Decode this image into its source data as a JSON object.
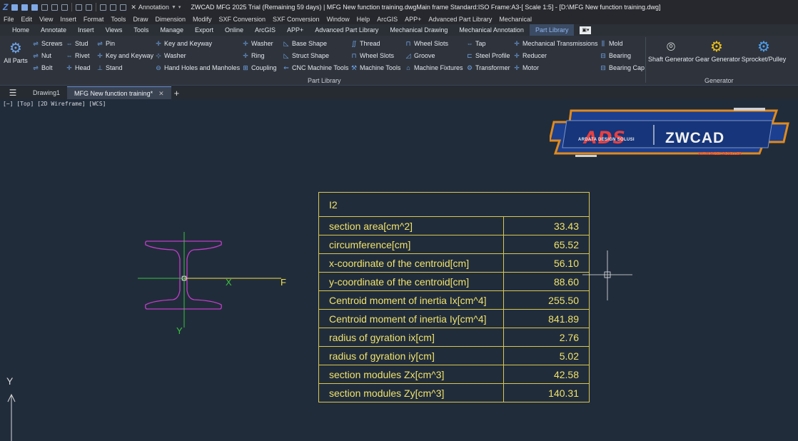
{
  "window": {
    "workspace": "Annotation",
    "title": "ZWCAD MFG 2025 Trial (Remaining 59 days) | MFG New function training.dwgMain frame  Standard:ISO Frame:A3-[ Scale 1:5] - [D:\\MFG New function training.dwg]"
  },
  "menu": [
    "File",
    "Edit",
    "View",
    "Insert",
    "Format",
    "Tools",
    "Draw",
    "Dimension",
    "Modify",
    "SXF Conversion",
    "SXF Conversion",
    "Window",
    "Help",
    "ArcGIS",
    "APP+",
    "Advanced Part Library",
    "Mechanical"
  ],
  "ribbon_tabs": [
    "Home",
    "Annotate",
    "Insert",
    "Views",
    "Tools",
    "Manage",
    "Export",
    "Online",
    "ArcGIS",
    "APP+",
    "Advanced Part Library",
    "Mechanical Drawing",
    "Mechanical Annotation",
    "Part Library"
  ],
  "active_ribbon_tab": "Part Library",
  "ribbon": {
    "all_parts": "All Parts",
    "col1": [
      "Screws",
      "Nut",
      "Bolt"
    ],
    "col2": [
      "Stud",
      "Rivet",
      "Head"
    ],
    "col3": [
      "Pin",
      "Key and Keyway",
      "Stand"
    ],
    "col4": [
      "Key and Keyway",
      "Washer",
      "Hand Holes and Manholes"
    ],
    "col5": [
      "Washer",
      "Ring",
      "Coupling"
    ],
    "col6": [
      "Base Shape",
      "Struct Shape",
      "CNC Machine Tools"
    ],
    "col7": [
      "Thread",
      "Wheel Slots",
      "Machine Tools"
    ],
    "col8": [
      "Wheel Slots",
      "Groove",
      "Machine Fixtures"
    ],
    "col9": [
      "Tap",
      "Steel Profile",
      "Transformer"
    ],
    "col10": [
      "Mechanical Transmissions",
      "Reducer",
      "Motor"
    ],
    "col11": [
      "Mold",
      "Bearing",
      "Bearing Cap"
    ],
    "part_library_label": "Part Library",
    "generators": [
      "Shaft Generator",
      "Gear Generator",
      "Sprocket/Pulley"
    ],
    "generator_label": "Generator"
  },
  "doc_tabs": {
    "tab1": "Drawing1",
    "tab2": "MFG New function training*"
  },
  "viewport_label": "[−] [Top] [2D Wireframe] [WCS]",
  "logo": {
    "ads": "ADS",
    "ads_sub": "ARDATA DESIGN SOLUSI",
    "zwcad": "ZWCAD",
    "reseller": "AUTHORIZED RESELLER"
  },
  "drawing": {
    "x_label": "X",
    "y_label": "Y",
    "f_label": "F",
    "ucs_y": "Y"
  },
  "table": {
    "title": "I2",
    "rows": [
      {
        "label": "section area[cm^2]",
        "value": "33.43"
      },
      {
        "label": "circumference[cm]",
        "value": "65.52"
      },
      {
        "label": "x-coordinate of the centroid[cm]",
        "value": "56.10"
      },
      {
        "label": "y-coordinate of the centroid[cm]",
        "value": "88.60"
      },
      {
        "label": "Centroid moment of inertia Ix[cm^4]",
        "value": "255.50"
      },
      {
        "label": "Centroid moment of inertia Iy[cm^4]",
        "value": "841.89"
      },
      {
        "label": "radius of gyration ix[cm]",
        "value": "2.76"
      },
      {
        "label": "radius of gyration iy[cm]",
        "value": "5.02"
      },
      {
        "label": "section modules Zx[cm^3]",
        "value": "42.58"
      },
      {
        "label": "section modules Zy[cm^3]",
        "value": "140.31"
      }
    ]
  },
  "colors": {
    "canvas_bg": "#212c3b",
    "table_text": "#f0e36a",
    "profile_stroke": "#c03ec8",
    "axis_x": "#f2e34a",
    "axis_y": "#37c53a"
  }
}
